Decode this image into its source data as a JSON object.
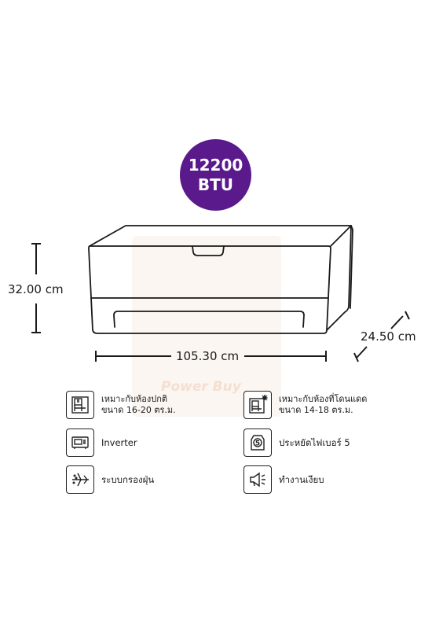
{
  "capacity": {
    "value": "12200",
    "unit": "BTU"
  },
  "dimensions": {
    "height": "32.00 cm",
    "width": "105.30 cm",
    "depth": "24.50 cm"
  },
  "watermark": "Power Buy",
  "features": [
    {
      "icon": "room-size-icon",
      "line1": "เหมาะกับห้องปกติ",
      "line2": "ขนาด 16-20 ตร.ม."
    },
    {
      "icon": "sunny-room-icon",
      "line1": "เหมาะกับห้องที่โดนแดด",
      "line2": "ขนาด 14-18 ตร.ม."
    },
    {
      "icon": "inverter-icon",
      "line1": "Inverter"
    },
    {
      "icon": "energy-label-5-icon",
      "line1": "ประหยัดไฟเบอร์ 5"
    },
    {
      "icon": "air-filter-icon",
      "line1": "ระบบกรองฝุ่น"
    },
    {
      "icon": "quiet-operation-icon",
      "line1": "ทำงานเงียบ"
    }
  ]
}
